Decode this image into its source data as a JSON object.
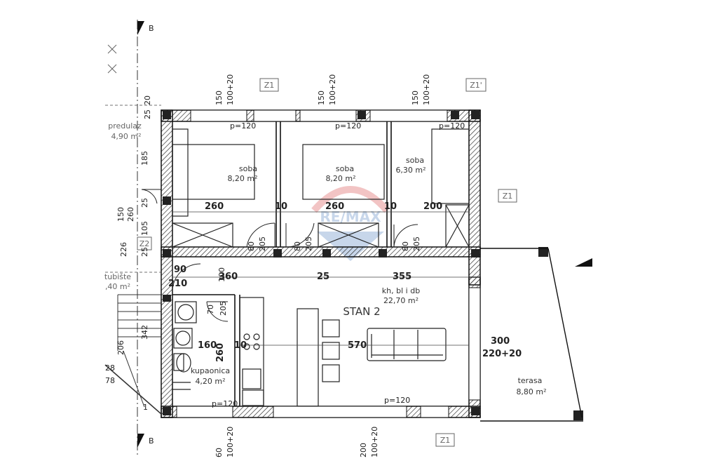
{
  "rooms": {
    "room1": {
      "name": "soba",
      "area": "8,20 m²"
    },
    "room2": {
      "name": "soba",
      "area": "8,20 m²"
    },
    "room3": {
      "name": "soba",
      "area": "6,30 m²"
    },
    "living": {
      "name": "kh, bl i db",
      "area": "22,70 m²"
    },
    "bath": {
      "name": "kupaonica",
      "area": "4,20 m²"
    },
    "terrace": {
      "name": "terasa",
      "area": "8,80 m²"
    },
    "hall": {
      "name": "predulaz",
      "area": "4,90 m²"
    },
    "stair": {
      "name": "tubište",
      "area": ",40 m²"
    }
  },
  "unit_label": "STAN 2",
  "section_marks": {
    "top": "B",
    "bottom": "B"
  },
  "zone_tags": {
    "top_left": "Z1",
    "top_right": "Z1'",
    "right": "Z1",
    "bottom": "Z1",
    "left": "Z2"
  },
  "window_dims": {
    "w1": {
      "a": "150",
      "b": "100+20"
    },
    "w2": {
      "a": "150",
      "b": "100+20"
    },
    "w3": {
      "a": "150",
      "b": "100+20"
    },
    "w4": {
      "a": "60",
      "b": "100+20"
    },
    "w5": {
      "a": "200",
      "b": "100+20"
    }
  },
  "sill_labels": {
    "s1": "p=120",
    "s2": "p=120",
    "s3": "p=120",
    "s4": "p=120",
    "s5": "p=120"
  },
  "inner_dims": {
    "w260a": "260",
    "t10a": "10",
    "w260b": "260",
    "t10b": "10",
    "w200": "200",
    "d80a": "80",
    "h205a": "205",
    "d80b": "80",
    "h205b": "205",
    "d80c": "80",
    "h205c": "205",
    "w360": "360",
    "t25": "25",
    "w355": "355",
    "w90": "90",
    "h210": "210",
    "h100": "100",
    "w70": "70",
    "h205d": "205",
    "w160": "160",
    "h260": "260",
    "t10c": "10",
    "w570": "570",
    "w300": "300",
    "h220": "220+20"
  },
  "left_dims": {
    "d1": "25",
    "d2": "20",
    "d3": "185",
    "d4": "25",
    "d5": "150",
    "d6": "260",
    "d7": "105",
    "d8": "226",
    "d9": "25",
    "d10": "342",
    "d11": "206",
    "d12": "28",
    "d13": "78",
    "d14": "1"
  },
  "watermark": "RE/MAX"
}
